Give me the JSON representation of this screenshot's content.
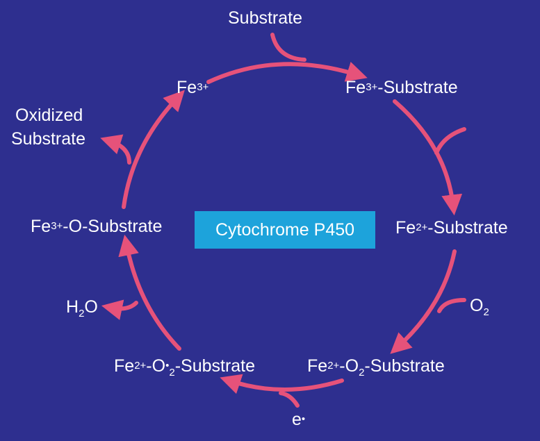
{
  "diagram": {
    "title": "Cytochrome P450",
    "colors": {
      "background": "#2e2f8f",
      "arrow": "#e6527a",
      "center_box": "#1da3db",
      "text": "#ffffff"
    },
    "nodes": {
      "fe3": {
        "base": "Fe",
        "sup": "3+"
      },
      "fe3_substrate": {
        "base": "Fe",
        "sup": "3+",
        "rest": "-Substrate"
      },
      "fe2_substrate": {
        "base": "Fe",
        "sup": "2+",
        "rest": "-Substrate"
      },
      "fe2_o2_substrate": {
        "base": "Fe",
        "sup": "2+",
        "mid": "-O",
        "sub": "2",
        "rest": "-Substrate"
      },
      "fe2_o2rad_substrate": {
        "base": "Fe",
        "sup": "2+",
        "mid": "-O",
        "dot": "•",
        "sub": "2",
        "rest": "-Substrate"
      },
      "fe3_o_substrate": {
        "base": "Fe",
        "sup": "3+",
        "rest": "-O-Substrate"
      }
    },
    "side_inputs": {
      "substrate": "Substrate",
      "o2": {
        "base": "O",
        "sub": "2"
      },
      "electron": {
        "base": "e",
        "dot": "•"
      }
    },
    "side_outputs": {
      "h2o": {
        "pre": "H",
        "sub": "2",
        "post": "O"
      },
      "oxidized_line1": "Oxidized",
      "oxidized_line2": "Substrate"
    }
  }
}
